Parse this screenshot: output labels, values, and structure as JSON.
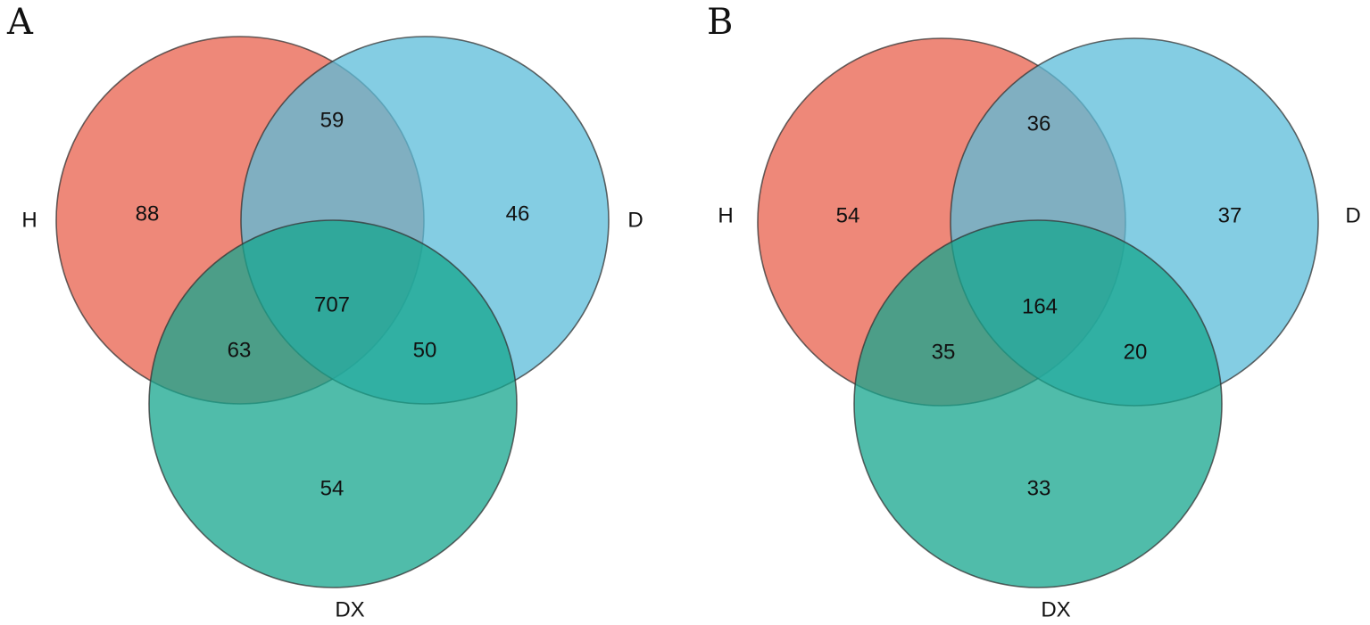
{
  "diagrams": [
    {
      "panel": "A",
      "sets": {
        "H": {
          "label": "H",
          "color": "#E8604C"
        },
        "D": {
          "label": "D",
          "color": "#5BBCD9"
        },
        "DX": {
          "label": "DX",
          "color": "#16A58E"
        }
      },
      "regions": {
        "H_only": "88",
        "D_only": "46",
        "DX_only": "54",
        "H_D": "59",
        "H_DX": "63",
        "D_DX": "50",
        "H_D_DX": "707"
      }
    },
    {
      "panel": "B",
      "sets": {
        "H": {
          "label": "H",
          "color": "#E8604C"
        },
        "D": {
          "label": "D",
          "color": "#5BBCD9"
        },
        "DX": {
          "label": "DX",
          "color": "#16A58E"
        }
      },
      "regions": {
        "H_only": "54",
        "D_only": "37",
        "DX_only": "33",
        "H_D": "36",
        "H_DX": "35",
        "D_DX": "20",
        "H_D_DX": "164"
      }
    }
  ]
}
